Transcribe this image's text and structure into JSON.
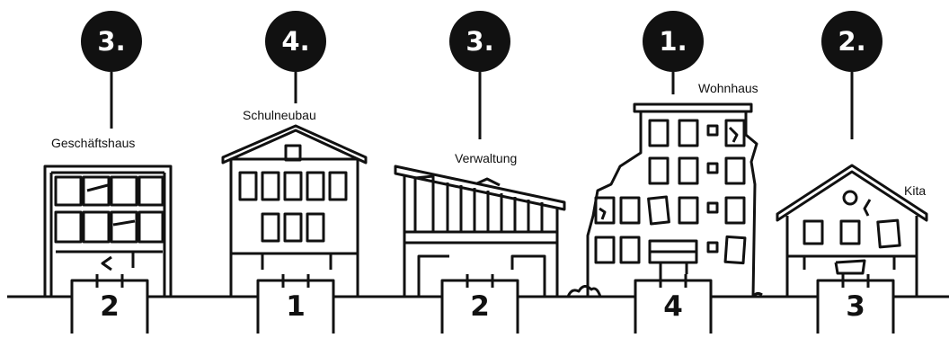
{
  "buildings": [
    {
      "rank": "3.",
      "label": "Geschäftshaus",
      "number": "2"
    },
    {
      "rank": "4.",
      "label": "Schulneubau",
      "number": "1"
    },
    {
      "rank": "3.",
      "label": "Verwaltung",
      "number": "2"
    },
    {
      "rank": "1.",
      "label": "Wohnhaus",
      "number": "4"
    },
    {
      "rank": "2.",
      "label": "Kita",
      "number": "3"
    }
  ],
  "colors": {
    "ink": "#111111",
    "background": "#ffffff"
  }
}
